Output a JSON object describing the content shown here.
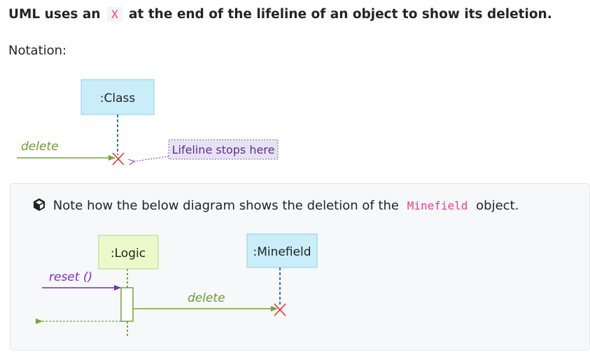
{
  "heading": {
    "before": "UML uses an",
    "code": "X",
    "after": "at the end of the lifeline of an object to show its deletion."
  },
  "notation_label": "Notation:",
  "diagram1": {
    "class_box": ":Class",
    "delete_label": "delete",
    "note": "Lifeline stops here"
  },
  "note_card": {
    "icon": "box-icon",
    "before": "Note how the below diagram shows the deletion of the",
    "code": "Minefield",
    "after": "object."
  },
  "diagram2": {
    "logic_box": ":Logic",
    "minefield_box": ":Minefield",
    "reset_label": "reset ()",
    "delete_label": "delete"
  },
  "colors": {
    "box_blue": "#c9eef9",
    "box_green": "#ebfac9",
    "arrow_green": "#76a33c",
    "purple": "#7a2eb8",
    "lifeline_blue": "#2a73c9",
    "destroy_red": "#e0332e"
  }
}
